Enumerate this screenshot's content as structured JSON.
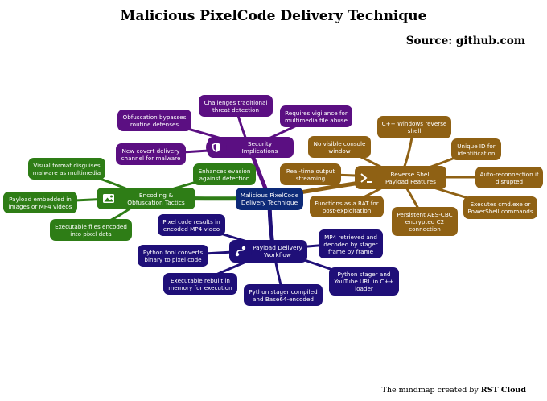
{
  "title": "Malicious PixelCode Delivery Technique",
  "source": "Source: github.com",
  "footer": {
    "prefix": "The mindmap created by",
    "brand": "RST Cloud"
  },
  "colors": {
    "security": "#5b0f82",
    "reverse_shell": "#8f6114",
    "encoding": "#2e7d16",
    "payload": "#1f0f78",
    "center": "#0d2a78"
  },
  "mindmap": {
    "center": "Malicious PixelCode Delivery Technique",
    "branches": {
      "security": {
        "label": "Security Implications",
        "icon": "shield-icon",
        "children": [
          "Challenges traditional threat detection",
          "Requires vigilance for multimedia file abuse",
          "Obfuscation bypasses routine defenses",
          "New covert delivery channel for malware"
        ]
      },
      "reverse_shell": {
        "label": "Reverse Shell Payload Features",
        "icon": "terminal-icon",
        "children": [
          "C++ Windows reverse shell",
          "No visible console window",
          "Unique ID for identification",
          "Real-time output streaming",
          "Auto-reconnection if disrupted",
          "Functions as a RAT for post-exploitation",
          "Persistent AES-CBC encrypted C2 connection",
          "Executes cmd.exe or PowerShell commands"
        ]
      },
      "encoding": {
        "label": "Encoding & Obfuscation Tactics",
        "icon": "image-icon",
        "children": [
          "Visual format disguises malware as multimedia",
          "Enhances evasion against detection",
          "Payload embedded in images or MP4 videos",
          "Executable files encoded into pixel data"
        ]
      },
      "payload": {
        "label": "Payload Delivery Workflow",
        "icon": "workflow-icon",
        "children": [
          "Pixel code results in encoded MP4 video",
          "MP4 retrieved and decoded by stager frame by frame",
          "Python tool converts binary to pixel code",
          "Executable rebuilt in memory for execution",
          "Python stager and YouTube URL in C++ loader",
          "Python stager compiled and Base64-encoded"
        ]
      }
    }
  }
}
